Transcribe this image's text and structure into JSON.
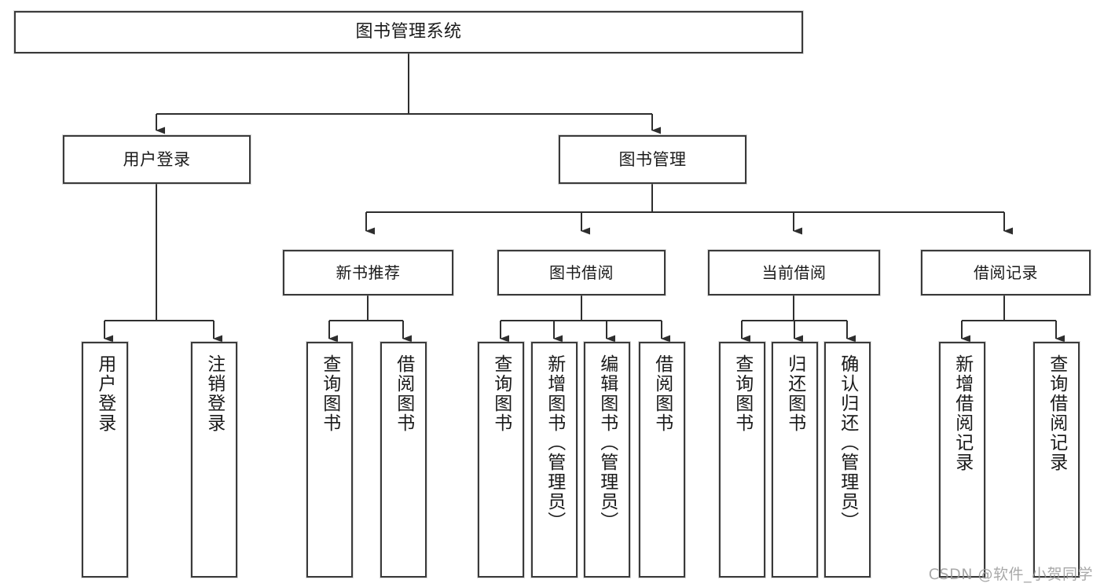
{
  "diagram": {
    "title": "图书管理系统",
    "type": "tree",
    "watermark": "CSDN @软件_小贺同学",
    "colors": {
      "box_border": "#3a3a3a",
      "box_fill": "#ffffff",
      "connector": "#2e2e2e",
      "text": "#1a1a1a",
      "watermark": "#9a9a9a"
    }
  },
  "root": {
    "label": "图书管理系统"
  },
  "level1": [
    {
      "id": "user-login",
      "label": "用户登录"
    },
    {
      "id": "book-manage",
      "label": "图书管理"
    }
  ],
  "level2": [
    {
      "id": "new-book-recommend",
      "label": "新书推荐",
      "parent": "book-manage"
    },
    {
      "id": "book-borrow",
      "label": "图书借阅",
      "parent": "book-manage"
    },
    {
      "id": "current-borrow",
      "label": "当前借阅",
      "parent": "book-manage"
    },
    {
      "id": "borrow-record",
      "label": "借阅记录",
      "parent": "book-manage"
    }
  ],
  "leaves": [
    {
      "id": "leaf-user-login",
      "label": "用户登录",
      "parent": "user-login"
    },
    {
      "id": "leaf-user-logout",
      "label": "注销登录",
      "parent": "user-login"
    },
    {
      "id": "leaf-query-book-1",
      "label": "查询图书",
      "parent": "new-book-recommend"
    },
    {
      "id": "leaf-borrow-book-1",
      "label": "借阅图书",
      "parent": "new-book-recommend"
    },
    {
      "id": "leaf-query-book-2",
      "label": "查询图书",
      "parent": "book-borrow"
    },
    {
      "id": "leaf-add-book",
      "label": "新增图书（管理员）",
      "parent": "book-borrow"
    },
    {
      "id": "leaf-edit-book",
      "label": "编辑图书（管理员）",
      "parent": "book-borrow"
    },
    {
      "id": "leaf-borrow-book-2",
      "label": "借阅图书",
      "parent": "book-borrow"
    },
    {
      "id": "leaf-query-book-3",
      "label": "查询图书",
      "parent": "current-borrow"
    },
    {
      "id": "leaf-return-book",
      "label": "归还图书",
      "parent": "current-borrow"
    },
    {
      "id": "leaf-confirm-return",
      "label": "确认归还（管理员）",
      "parent": "current-borrow"
    },
    {
      "id": "leaf-add-record",
      "label": "新增借阅记录",
      "parent": "borrow-record"
    },
    {
      "id": "leaf-query-record",
      "label": "查询借阅记录",
      "parent": "borrow-record"
    }
  ]
}
